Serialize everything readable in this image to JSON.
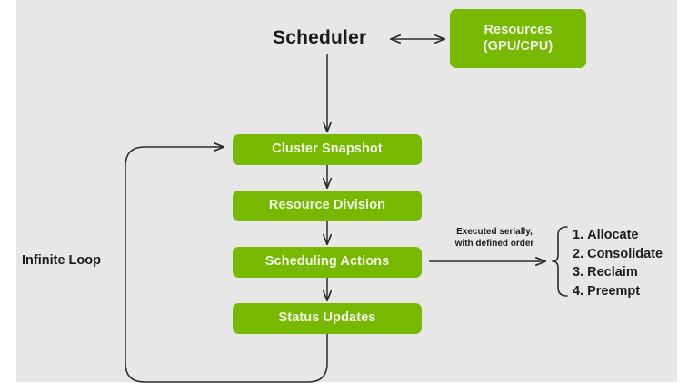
{
  "diagram": {
    "title_label": "Scheduler",
    "loop_label": "Infinite Loop",
    "background_color": "#e7e7e7",
    "node_color": "#76b900",
    "node_text_color": "#f2f7e8",
    "text_color": "#1b1b1b",
    "resources": {
      "line1": "Resources",
      "line2": "(GPU/CPU)"
    },
    "flow_nodes": [
      {
        "label": "Cluster Snapshot"
      },
      {
        "label": "Resource Division"
      },
      {
        "label": "Scheduling Actions"
      },
      {
        "label": "Status Updates"
      }
    ],
    "serial_note": {
      "line1": "Executed serially,",
      "line2": "with defined order"
    },
    "actions": [
      {
        "num": "1.",
        "label": "Allocate"
      },
      {
        "num": "2.",
        "label": "Consolidate"
      },
      {
        "num": "3.",
        "label": "Reclaim"
      },
      {
        "num": "4.",
        "label": "Preempt"
      }
    ]
  }
}
